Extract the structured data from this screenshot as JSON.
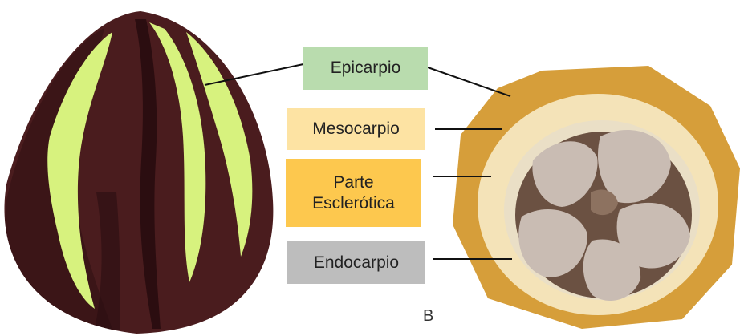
{
  "labels": {
    "epicarp": "Epicarpio",
    "mesocarp": "Mesocarpio",
    "sclerotic": "Parte\nEsclerótica",
    "endocarp": "Endocarpio"
  },
  "panel_letter": "B",
  "colors": {
    "epicarp_box": "#b9dcae",
    "mesocarp_box": "#fde3a3",
    "sclerotic_box": "#fdc84e",
    "endocarp_box": "#bdbdbd",
    "pod_dark": "#4a1c1e",
    "pod_green": "#d7f27e",
    "fruit_rind": "#d69e3a",
    "fruit_mesocarp": "#f4e3b8",
    "fruit_inner": "#eadfc6",
    "seed": "#c9bcb3"
  }
}
